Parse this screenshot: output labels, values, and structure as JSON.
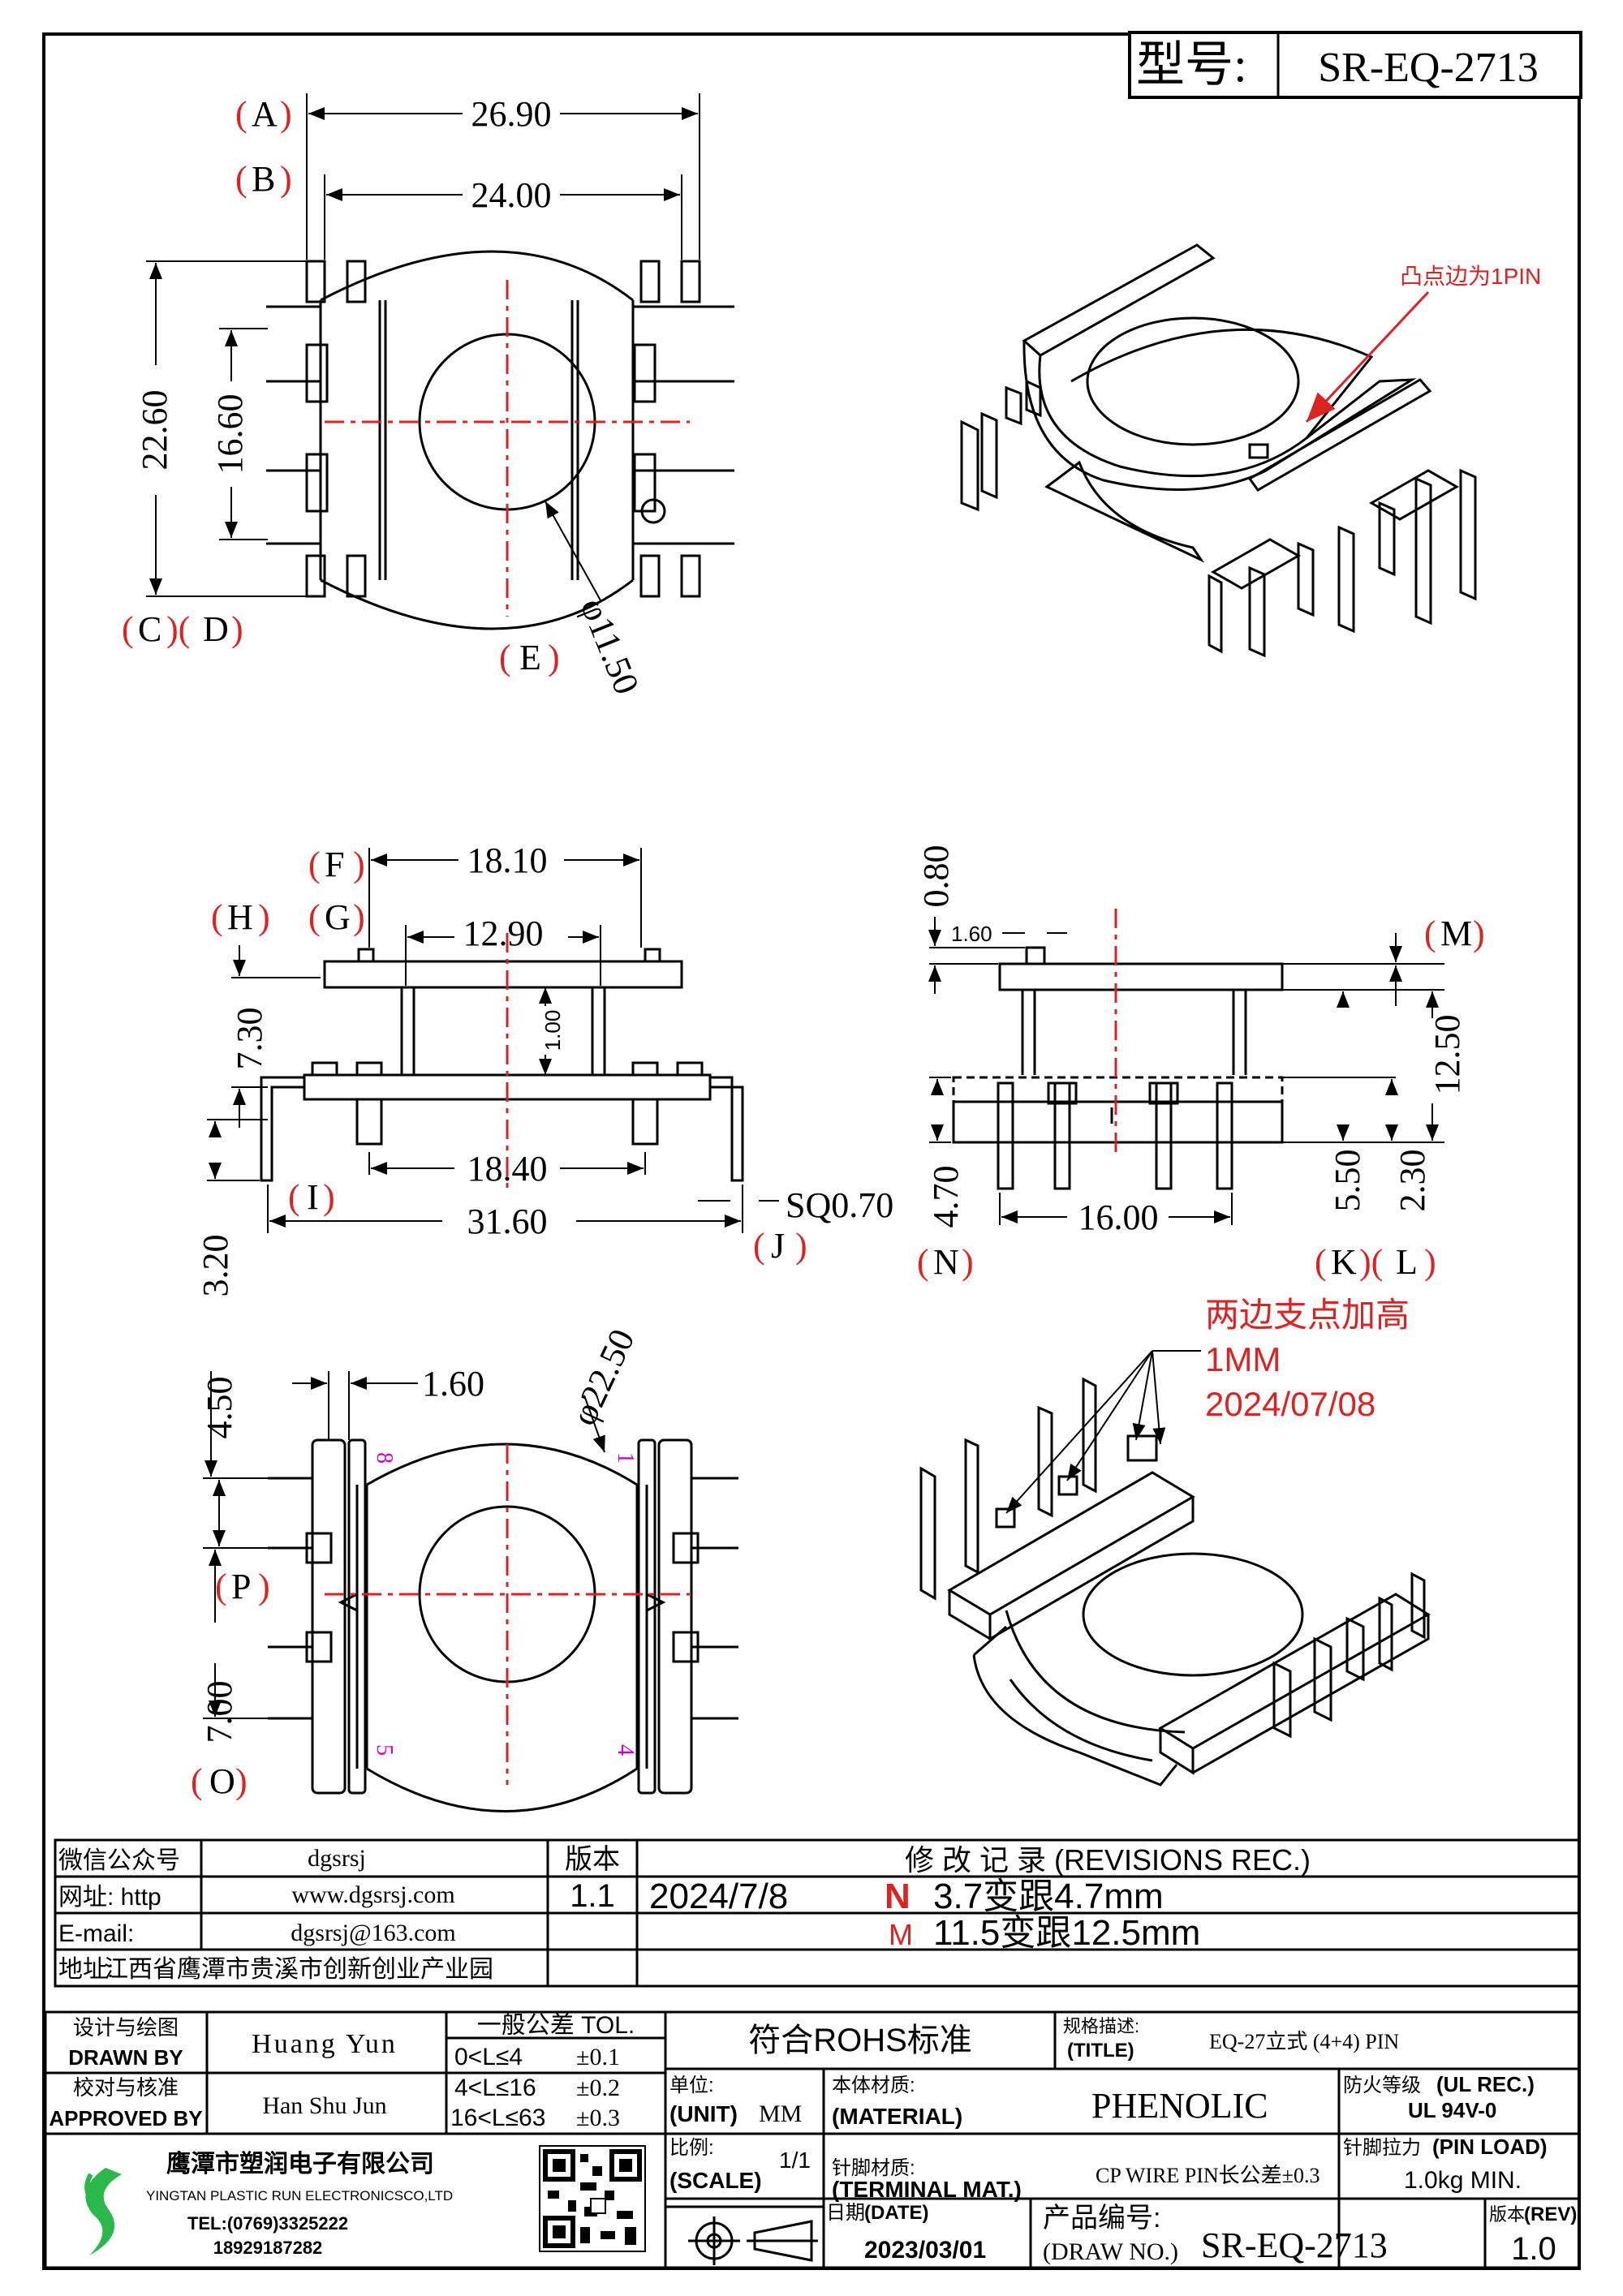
{
  "model": {
    "label": "型号:",
    "value": "SR-EQ-2713"
  },
  "note_pin1": "凸点边为1PIN",
  "note_raise": {
    "line1": "两边支点加高",
    "line2": "1MM",
    "line3": "2024/07/08"
  },
  "view_top": {
    "dims": {
      "A": "26.90",
      "B": "24.00",
      "C_height": "22.60",
      "D_height": "16.60",
      "E_dia": "φ11.50"
    },
    "labels": {
      "A": "A",
      "B": "B",
      "C": "C",
      "D": "D",
      "E": "E"
    }
  },
  "view_front": {
    "dims": {
      "F": "18.10",
      "G": "12.90",
      "H": "7.30",
      "inner": "1.00",
      "bottom": "18.40",
      "I": "31.60",
      "J": "SQ0.70",
      "pin": "3.20"
    },
    "labels": {
      "F": "F",
      "G": "G",
      "H": "H",
      "I": "I",
      "J": "J"
    }
  },
  "view_side": {
    "dims": {
      "top": "0.80",
      "w": "1.60",
      "M": "12.50",
      "N": "4.70",
      "span": "16.00",
      "K": "5.50",
      "L": "2.30"
    },
    "labels": {
      "M": "M",
      "N": "N",
      "K": "K",
      "L": "L"
    }
  },
  "view_bottom": {
    "dims": {
      "pitch": "1.60",
      "dia": "φ22.50",
      "top": "4.50",
      "O": "7.00"
    },
    "labels": {
      "P": "P",
      "O": "O"
    },
    "pins": {
      "p1": "1",
      "p4": "4",
      "p5": "5",
      "p8": "8"
    }
  },
  "contact": {
    "wechat_label": "微信公众号",
    "wechat": "dgsrsj",
    "web_label": "网址: http",
    "web": "www.dgsrsj.com",
    "email_label": "E-mail:",
    "email": "dgsrsj@163.com",
    "addr_label": "地址:",
    "addr": "江西省鹰潭市贵溪市创新创业产业园"
  },
  "revisions": {
    "version_label": "版本",
    "title": "修 改 记 录 (REVISIONS REC.)",
    "version": "1.1",
    "date": "2024/7/8",
    "r1_mark": "N",
    "r1_text": "3.7变跟4.7mm",
    "r2_mark": "M",
    "r2_text": "11.5变跟12.5mm"
  },
  "title_block": {
    "drawn_cn": "设计与绘图",
    "drawn_en": "DRAWN BY",
    "drawn_name": "Huang Yun",
    "approved_cn": "校对与核准",
    "approved_en": "APPROVED BY",
    "approved_name": "Han Shu Jun",
    "tol_title": "一般公差 TOL.",
    "tol": [
      {
        "range": "0<L≤4",
        "val": "±0.1"
      },
      {
        "range": "4<L≤16",
        "val": "±0.2"
      },
      {
        "range": "16<L≤63",
        "val": "±0.3"
      }
    ],
    "rohs": "符合ROHS标准",
    "title_cn": "规格描述:",
    "title_en": "(TITLE)",
    "title_val": "EQ-27立式 (4+4) PIN",
    "unit_cn": "单位:",
    "unit_en": "(UNIT)",
    "unit_val": "MM",
    "mat_cn": "本体材质:",
    "mat_en": "(MATERIAL)",
    "mat_val": "PHENOLIC",
    "ul_cn": "防火等级",
    "ul_en": "(UL REC.)",
    "ul_val": "UL 94V-0",
    "scale_cn": "比例:",
    "scale_en": "(SCALE)",
    "scale_val": "1/1",
    "term_cn": "针脚材质:",
    "term_en": "(TERMINAL MAT.)",
    "term_val": "CP WIRE  PIN长公差±0.3",
    "load_cn": "针脚拉力",
    "load_en": "(PIN LOAD)",
    "load_val": "1.0kg MIN.",
    "date_cn": "日期",
    "date_en": "(DATE)",
    "date_val": "2023/03/01",
    "drawno_cn": "产品编号:",
    "drawno_en": "(DRAW NO.)",
    "drawno_val": "SR-EQ-2713",
    "rev_cn": "版本",
    "rev_en": "(REV)",
    "rev_val": "1.0"
  },
  "company": {
    "name_cn": "鹰潭市塑润电子有限公司",
    "name_en": "YINGTAN PLASTIC RUN ELECTRONICSCO,LTD",
    "tel": "TEL:(0769)3325222",
    "mobile": "18929187282"
  }
}
